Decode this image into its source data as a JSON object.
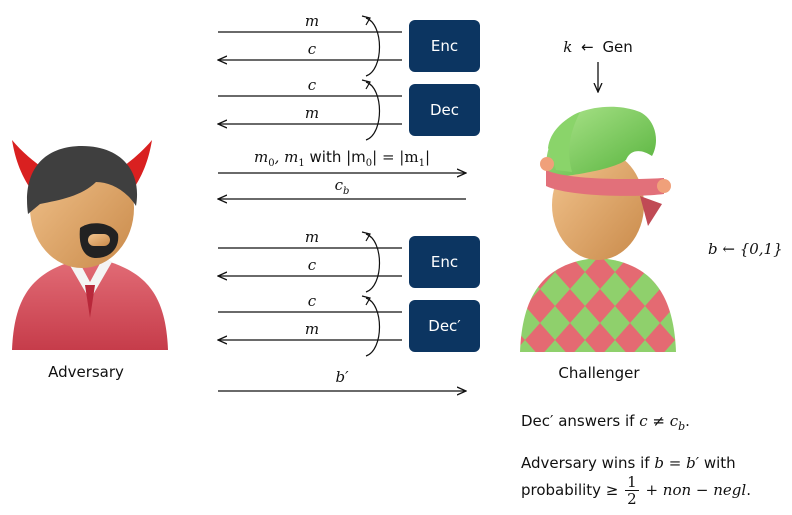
{
  "adversary": {
    "label": "Adversary"
  },
  "challenger": {
    "label": "Challenger"
  },
  "gen": {
    "k": "k",
    "arrow": "←",
    "name": "Gen"
  },
  "bit": {
    "text": "b ← {0,1}"
  },
  "oracles": {
    "enc1": {
      "label": "Enc",
      "in": "m",
      "out": "c"
    },
    "dec1": {
      "label": "Dec",
      "in": "c",
      "out": "m"
    },
    "enc2": {
      "label": "Enc",
      "in": "m",
      "out": "c"
    },
    "dec2": {
      "label": "Dec′",
      "in": "c",
      "out": "m"
    }
  },
  "challenge": {
    "query_prefix": "m",
    "query_sub0": "0",
    "query_mid": ", m",
    "query_sub1": "1",
    "query_with": " with |m",
    "query_sub2": "0",
    "query_eq": "| = |m",
    "query_sub3": "1",
    "query_end": "|",
    "response": "c",
    "response_sub": "b"
  },
  "guess": {
    "label": "b′"
  },
  "notes": {
    "dec_rule_prefix": "Dec′ answers if ",
    "dec_rule_math": "c ≠ c",
    "dec_rule_sub": "b",
    "dec_rule_end": ".",
    "win_line1_prefix": "Adversary wins if ",
    "win_line1_math": "b = b′",
    "win_line1_suffix": " with",
    "win_line2_prefix": "probability ≥ ",
    "frac_num": "1",
    "frac_den": "2",
    "win_line2_suffix": " + non − negl",
    "win_line2_end": "."
  },
  "colors": {
    "box": "#0c3561",
    "devil_body": "#d8535f",
    "devil_horn": "#d92020",
    "jester_hat": "#7ccf5e",
    "jester_body": "#e46a72",
    "skin": "#e8b072"
  }
}
